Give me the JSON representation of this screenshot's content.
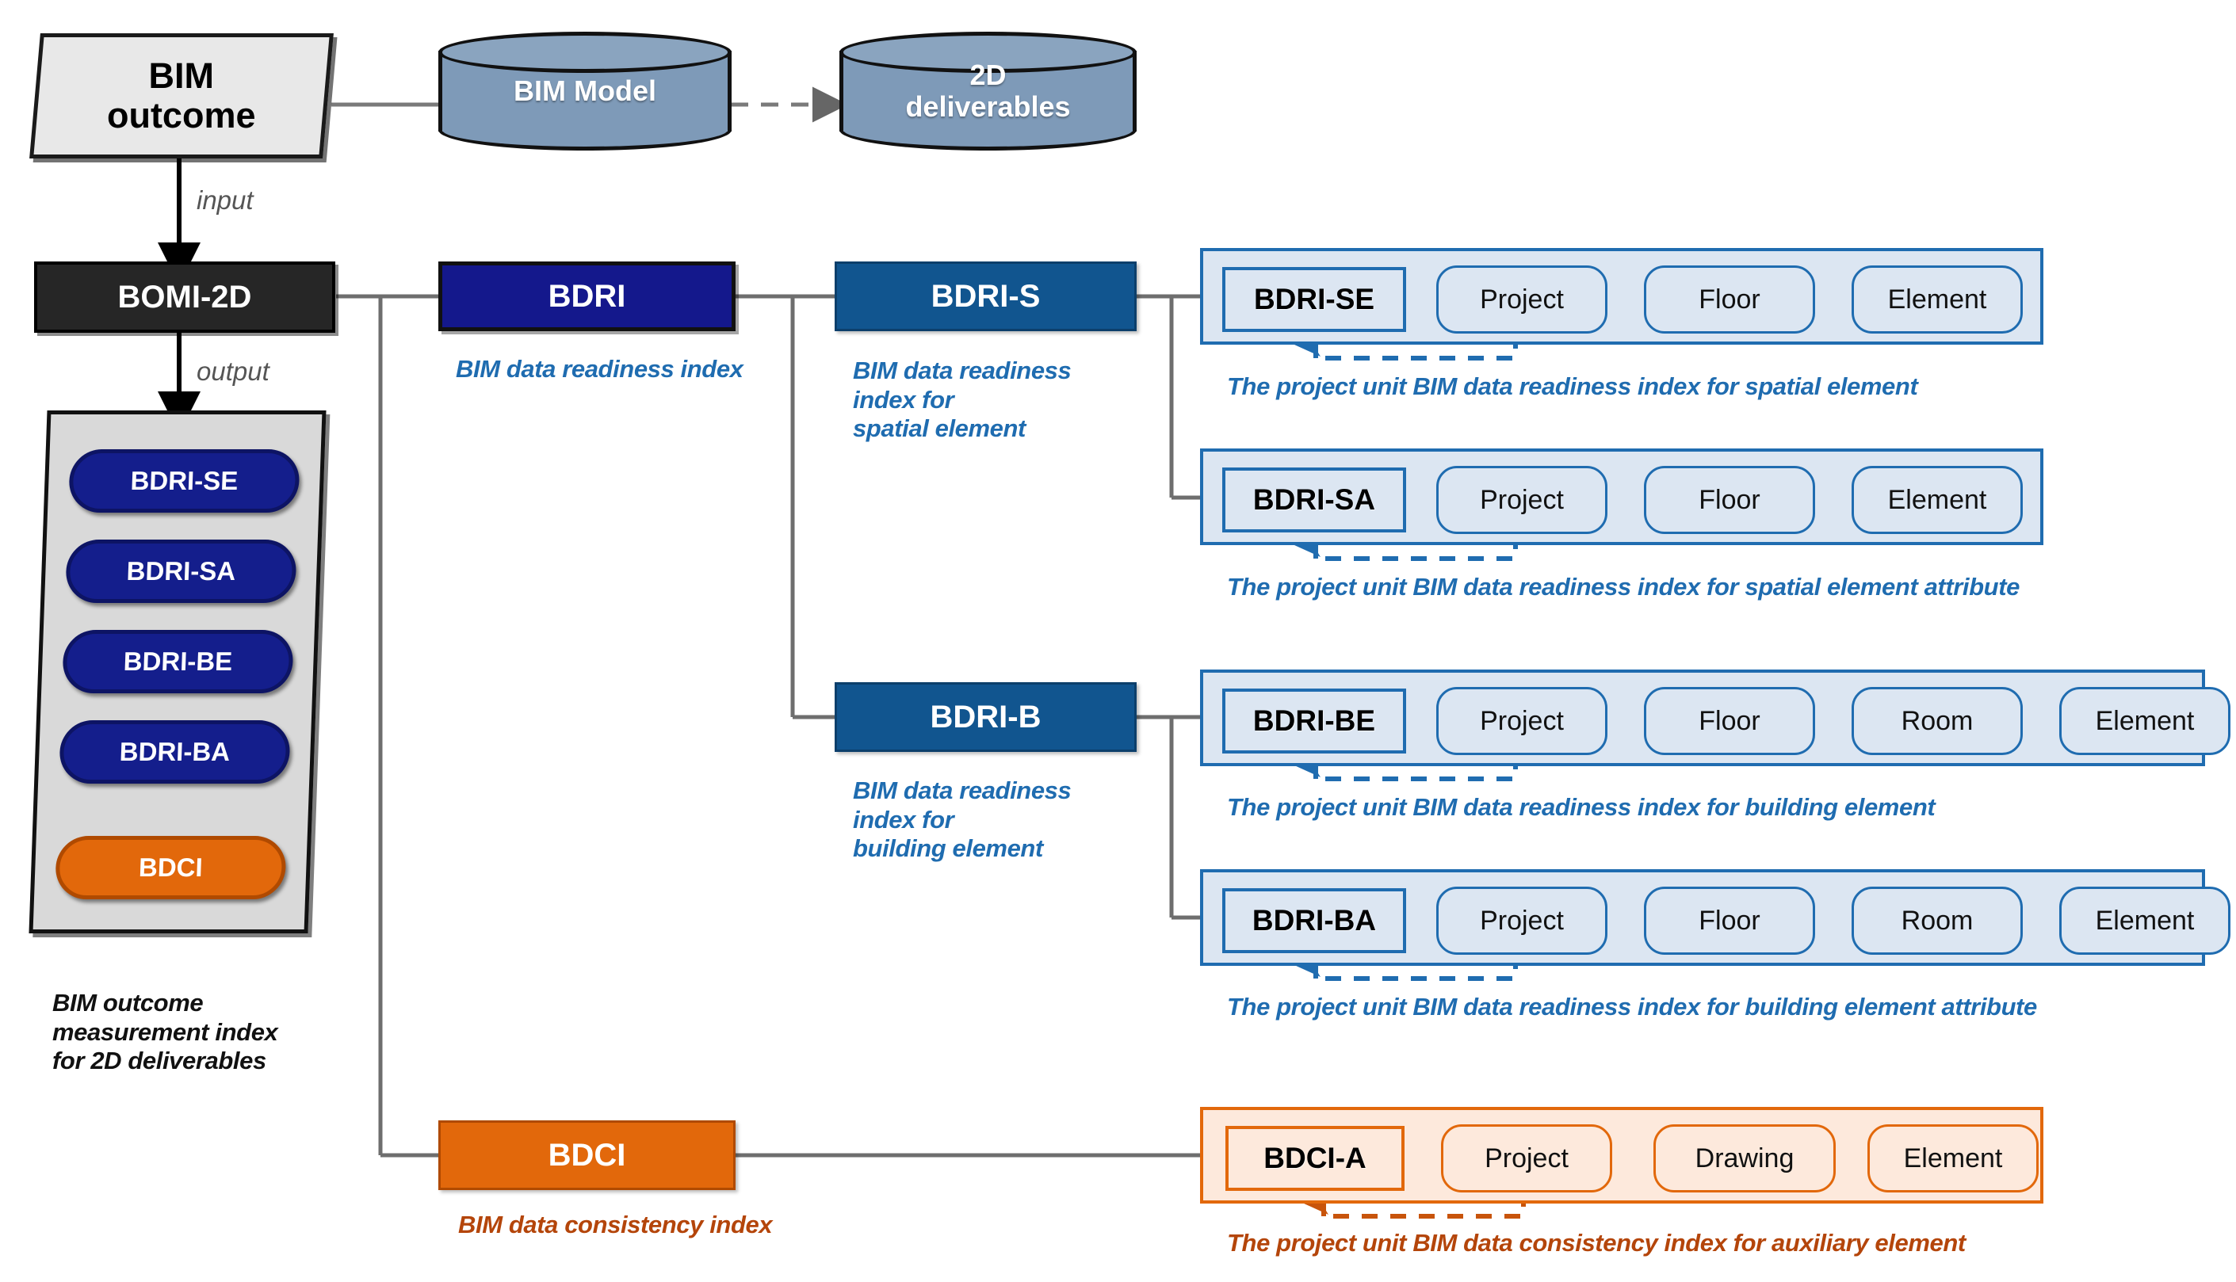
{
  "top": {
    "bim_outcome": "BIM\noutcome",
    "bim_outcome_line1": "BIM",
    "bim_outcome_line2": "outcome",
    "bim_model": "BIM Model",
    "deliverables_line1": "2D",
    "deliverables_line2": "deliverables"
  },
  "flow": {
    "input_label": "input",
    "output_label": "output",
    "bomi": "BOMI-2D",
    "bomi_caption_line1": "BIM outcome",
    "bomi_caption_line2": "measurement index",
    "bomi_caption_line3": "for 2D deliverables",
    "output_pills": [
      {
        "label": "BDRI-SE",
        "color": "#141e8c",
        "kind": "navy"
      },
      {
        "label": "BDRI-SA",
        "color": "#141e8c",
        "kind": "navy"
      },
      {
        "label": "BDRI-BE",
        "color": "#141e8c",
        "kind": "navy"
      },
      {
        "label": "BDRI-BA",
        "color": "#141e8c",
        "kind": "navy"
      },
      {
        "label": "BDCI",
        "color": "#e2680b",
        "kind": "orange"
      }
    ]
  },
  "level1": [
    {
      "id": "bdri",
      "label": "BDRI",
      "caption": "BIM data readiness index",
      "color": "#14188c"
    },
    {
      "id": "bdci",
      "label": "BDCI",
      "caption": "BIM data consistency index",
      "color": "#e2680b"
    }
  ],
  "level2": [
    {
      "id": "bdri-s",
      "label": "BDRI-S",
      "caption_lines": [
        "BIM data readiness",
        "index for",
        "spatial element"
      ],
      "color": "#11558f"
    },
    {
      "id": "bdri-b",
      "label": "BDRI-B",
      "caption_lines": [
        "BIM data readiness",
        "index for",
        "building element"
      ],
      "color": "#11558f"
    }
  ],
  "chains": [
    {
      "id": "bdri-se",
      "tag": "BDRI-SE",
      "theme": "blue",
      "nodes": [
        "Project",
        "Floor",
        "Element"
      ],
      "caption": "The project unit BIM data readiness index for spatial element"
    },
    {
      "id": "bdri-sa",
      "tag": "BDRI-SA",
      "theme": "blue",
      "nodes": [
        "Project",
        "Floor",
        "Element"
      ],
      "caption": "The project unit BIM data readiness index for spatial element attribute"
    },
    {
      "id": "bdri-be",
      "tag": "BDRI-BE",
      "theme": "blue",
      "nodes": [
        "Project",
        "Floor",
        "Room",
        "Element"
      ],
      "caption": "The project unit BIM data readiness index for building element"
    },
    {
      "id": "bdri-ba",
      "tag": "BDRI-BA",
      "theme": "blue",
      "nodes": [
        "Project",
        "Floor",
        "Room",
        "Element"
      ],
      "caption": "The project unit BIM data readiness index for building element attribute"
    },
    {
      "id": "bdci-a",
      "tag": "BDCI-A",
      "theme": "orange",
      "nodes": [
        "Project",
        "Drawing",
        "Element"
      ],
      "caption": "The project unit BIM data consistency index for auxiliary element"
    }
  ],
  "colors": {
    "navy": "#14188c",
    "steel_blue": "#11558f",
    "orange": "#e2680b",
    "light_blue_fill": "#dce6f2",
    "light_orange_fill": "#fde9dc",
    "blue_border": "#1f6cb0",
    "cylinder": "#7e9ab8",
    "dark": "#262626",
    "gray_panel": "#d9d9d9",
    "connector": "#6e6e6e"
  }
}
